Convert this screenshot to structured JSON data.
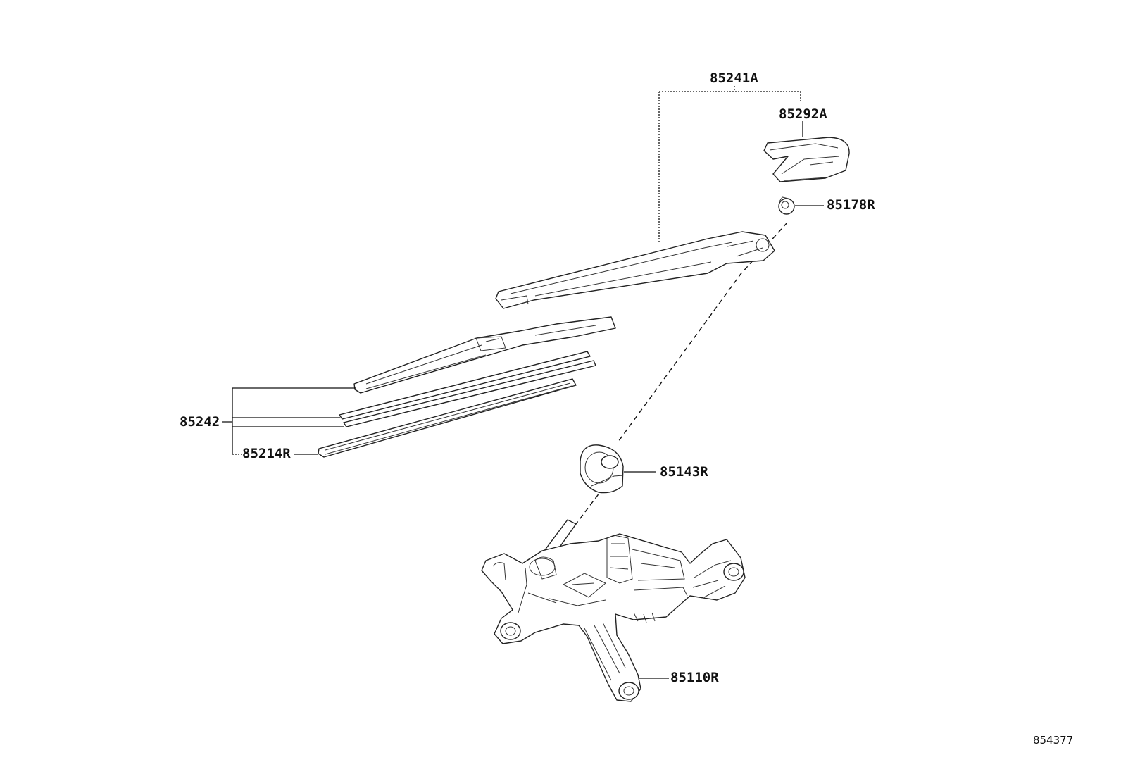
{
  "diagram": {
    "parts": {
      "arm_assembly": "85241A",
      "arm_cover": "85292A",
      "nut": "85178R",
      "blade": "85242",
      "blade_rubber": "85214R",
      "pivot_cap": "85143R",
      "motor": "85110R"
    },
    "figure_number": "854377"
  }
}
